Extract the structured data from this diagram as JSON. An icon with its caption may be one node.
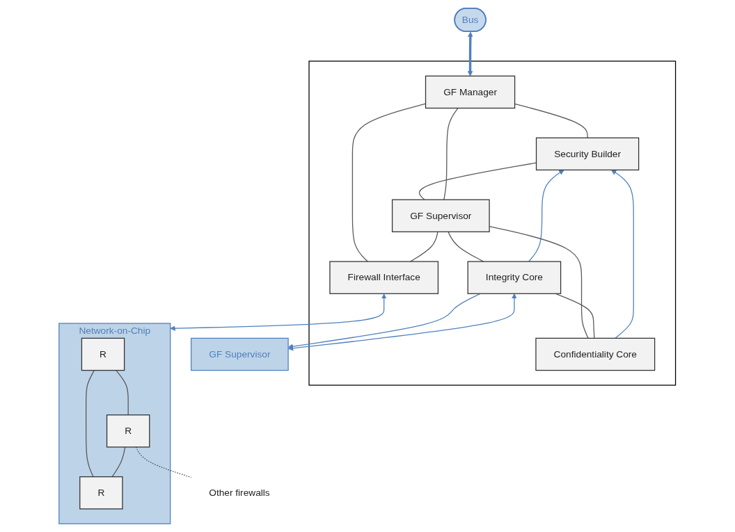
{
  "diagram": {
    "nodes": [
      {
        "text": [],
        "shape": "box"
      },
      {
        "text": [
          "Bus"
        ]
      },
      {
        "text": [
          "GF Manager"
        ],
        "in": 0
      },
      {
        "text": [
          "Security Builder"
        ],
        "in": 0
      },
      {
        "text": [
          "Integrity Core"
        ],
        "in": 0
      },
      {
        "text": [
          "GF Supervisor"
        ],
        "in": 0
      },
      {
        "text": [
          "Firewall Interface"
        ],
        "in": 0
      },
      {
        "text": [
          "Confidentiality Core"
        ],
        "in": 0
      },
      {
        "text": [
          "GF Supervisor"
        ]
      },
      {
        "text": [
          "Network-on-Chip"
        ]
      },
      {
        "text": [
          "R"
        ],
        "in": 9
      },
      {
        "text": [
          "R"
        ],
        "in": 9
      },
      {
        "text": [
          "R"
        ],
        "in": 9
      },
      {
        "text": [
          "Other firewalls"
        ]
      }
    ],
    "edges": [
      {
        "from": 1,
        "to": 2,
        "arrow": "both",
        "style": "thick",
        "color": "#4f81bd"
      },
      {
        "from": 2,
        "to": 3,
        "arrow": "none"
      },
      {
        "from": 4,
        "to": 3,
        "arrow": "to",
        "color": "#4f81bd"
      },
      {
        "from": 7,
        "to": 3,
        "arrow": "to",
        "color": "#4f81bd"
      },
      {
        "from": 8,
        "to": 4,
        "arrow": "both",
        "color": "#4f81bd"
      },
      {
        "from": 4,
        "to": 8,
        "arrow": "to",
        "color": "#4f81bd"
      },
      {
        "from": 3,
        "to": 5,
        "arrow": "none"
      },
      {
        "from": 2,
        "to": 5,
        "arrow": "none"
      },
      {
        "from": 5,
        "to": 4,
        "arrow": "none"
      },
      {
        "from": 5,
        "to": 7,
        "arrow": "none"
      },
      {
        "from": 4,
        "to": 7,
        "arrow": "none"
      },
      {
        "from": 2,
        "to": 6,
        "arrow": "none"
      },
      {
        "from": 5,
        "to": 6,
        "arrow": "none"
      },
      {
        "from": 6,
        "to": 9,
        "arrow": "both",
        "color": "#4f81bd"
      },
      {
        "from": 10,
        "to": 11,
        "arrow": "none"
      },
      {
        "from": 10,
        "to": 12,
        "arrow": "none"
      },
      {
        "from": 11,
        "to": 12,
        "arrow": "none"
      },
      {
        "from": 11,
        "to": 13,
        "arrow": "none",
        "style": "dashed"
      }
    ]
  }
}
